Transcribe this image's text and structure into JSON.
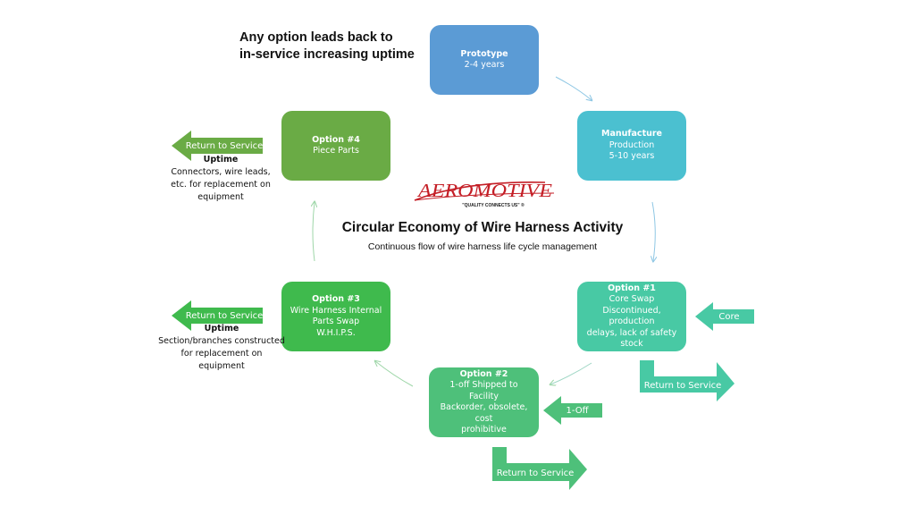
{
  "heading": {
    "line1": "Any option leads back to",
    "line2": "in-service increasing uptime"
  },
  "logo": {
    "brand": "AEROMOTIVE",
    "tagline": "\"QUALITY CONNECTS US\" ®",
    "color": "#c41e26"
  },
  "center": {
    "title": "Circular Economy of Wire Harness Activity",
    "subtitle": "Continuous flow of wire harness life cycle management"
  },
  "boxes": {
    "prototype": {
      "title": "Prototype",
      "lines": [
        "2-4 years"
      ],
      "color": "#5b9bd5"
    },
    "manufacture": {
      "title": "Manufacture",
      "lines": [
        "Production",
        "5-10 years"
      ],
      "color": "#4bc0d0"
    },
    "option1": {
      "title": "Option #1",
      "lines": [
        "Core Swap",
        "Discontinued, production",
        "delays, lack of safety stock"
      ],
      "color": "#48c9a4"
    },
    "option2": {
      "title": "Option #2",
      "lines": [
        "1-off Shipped to Facility",
        "Backorder, obsolete, cost",
        "prohibitive"
      ],
      "color": "#4ec07a"
    },
    "option3": {
      "title": "Option #3",
      "lines": [
        "Wire Harness Internal",
        "Parts Swap",
        "W.H.I.P.S."
      ],
      "color": "#3fba4d"
    },
    "option4": {
      "title": "Option #4",
      "lines": [
        "Piece Parts"
      ],
      "color": "#6aab45"
    }
  },
  "side_arrows": {
    "core": "Core",
    "one_off": "1-Off",
    "return_label": "Return to Service",
    "colors": {
      "teal": "#48c9a4",
      "green": "#4ec07a",
      "olive": "#6aab45",
      "bright": "#3fba4d"
    }
  },
  "notes": {
    "option4": {
      "title": "Uptime",
      "lines": [
        "Connectors, wire leads,",
        "etc. for replacement on",
        "equipment"
      ]
    },
    "option3": {
      "title": "Uptime",
      "lines": [
        "Section/branches constructed",
        "for replacement on",
        "equipment"
      ]
    }
  }
}
